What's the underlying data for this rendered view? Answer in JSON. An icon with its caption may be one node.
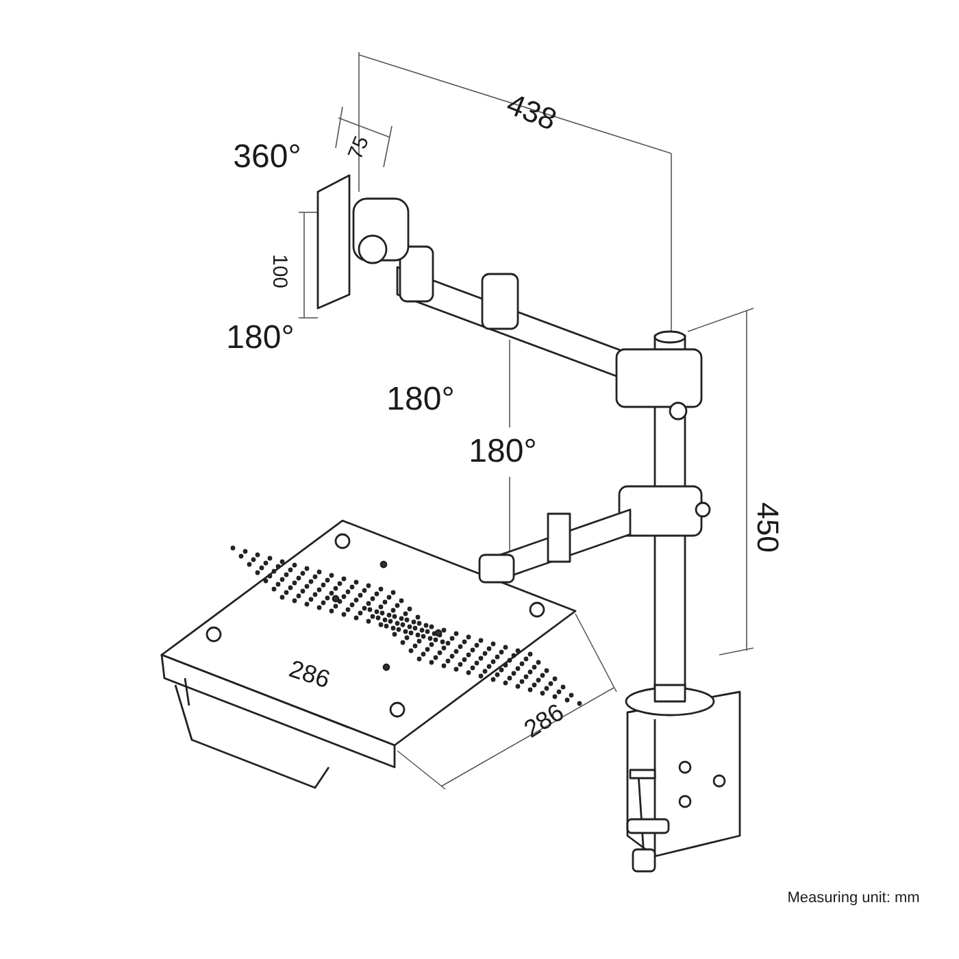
{
  "diagram": {
    "labels": [
      "438",
      "360°",
      "75",
      "100",
      "180°",
      "180°",
      "180°",
      "450",
      "286",
      "286",
      "Measuring unit: mm"
    ]
  }
}
